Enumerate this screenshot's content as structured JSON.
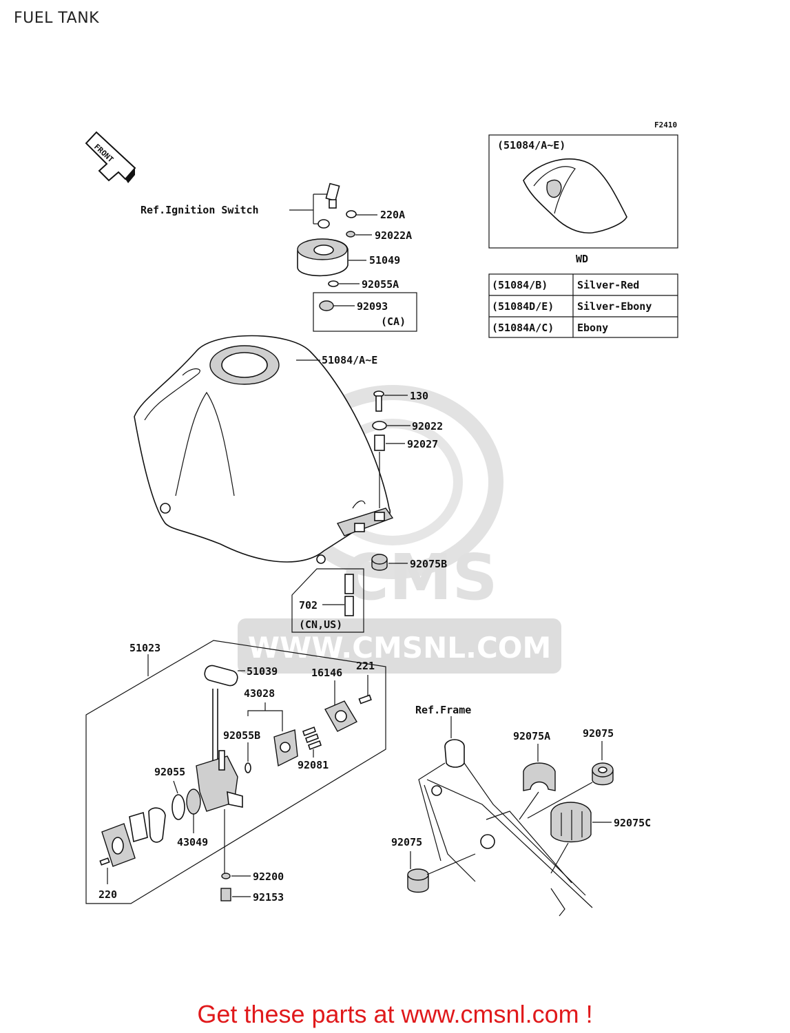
{
  "title": "FUEL TANK",
  "figure_code": "F2410",
  "front_badge": "FRONT",
  "watermark": {
    "brand": "CMS",
    "url": "WWW.CMSNL.COM"
  },
  "callouts": {
    "ref_ignition_switch": "Ref.Ignition Switch",
    "p220A": "220A",
    "p92022A": "92022A",
    "p51049": "51049",
    "p92055A": "92055A",
    "p92093": "92093",
    "p92093_note": "(CA)",
    "p51084": "51084/A~E",
    "p130": "130",
    "p92022": "92022",
    "p92027": "92027",
    "p92075B": "92075B",
    "p702": "702",
    "p702_note": "(CN,US)",
    "p51023": "51023",
    "p51039": "51039",
    "p16146": "16146",
    "p221": "221",
    "p43028": "43028",
    "p92055B": "92055B",
    "p92081": "92081",
    "p92055": "92055",
    "p43049": "43049",
    "p220": "220",
    "p92200": "92200",
    "p92153": "92153",
    "ref_frame": "Ref.Frame",
    "p92075A": "92075A",
    "p92075_top": "92075",
    "p92075_left": "92075",
    "p92075C": "92075C"
  },
  "inset": {
    "header": "(51084/A~E)",
    "caption": "WD"
  },
  "color_table": [
    {
      "code": "(51084/B)",
      "color": "Silver-Red"
    },
    {
      "code": "(51084D/E)",
      "color": "Silver-Ebony"
    },
    {
      "code": "(51084A/C)",
      "color": "Ebony"
    }
  ],
  "footer_cta": "Get these parts at www.cmsnl.com !",
  "colors": {
    "cta": "#e0191b",
    "line": "#111111",
    "watermark": "#dddddd"
  }
}
